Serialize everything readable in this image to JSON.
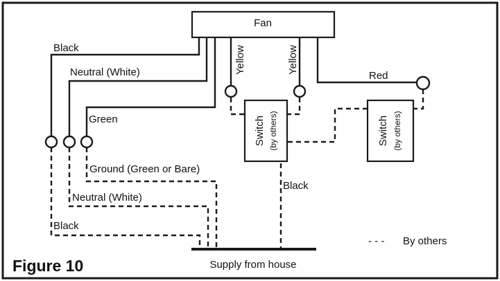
{
  "figure_title": "Figure 10",
  "fan_label": "Fan",
  "wires": {
    "black": "Black",
    "neutral": "Neutral (White)",
    "green": "Green",
    "yellow_1": "Yellow",
    "yellow_2": "Yellow",
    "red": "Red"
  },
  "supply_wires": {
    "ground": "Ground (Green or Bare)",
    "neutral": "Neutral (White)",
    "black": "Black",
    "black_switch": "Black"
  },
  "switch_1": {
    "label": "Switch",
    "sub": "(by others)"
  },
  "switch_2": {
    "label": "Switch",
    "sub": "(by others)"
  },
  "supply_label": "Supply from house",
  "legend": {
    "symbol": "- - -",
    "text": "By others"
  }
}
